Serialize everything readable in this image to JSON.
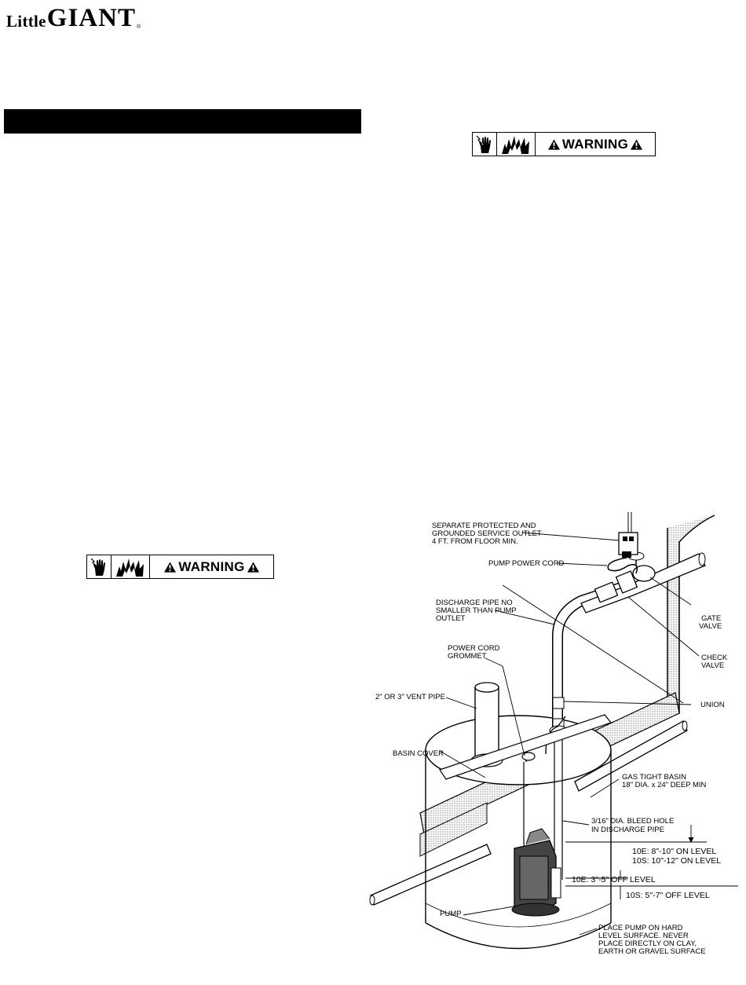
{
  "brand": {
    "little": "Little",
    "giant": "GIANT",
    "registered": "®"
  },
  "warning_label": "WARNING",
  "icons": {
    "hazard_1": "electrical-hazard-icon",
    "hazard_2": "fire-hazard-icon",
    "alert": "warning-triangle-icon"
  },
  "diagram": {
    "outlet": [
      "SEPARATE PROTECTED AND",
      "GROUNDED SERVICE OUTLET",
      "4 FT. FROM FLOOR MIN."
    ],
    "power_cord": "PUMP POWER CORD",
    "discharge": [
      "DISCHARGE PIPE NO",
      "SMALLER THAN PUMP",
      "OUTLET"
    ],
    "gate": [
      "GATE",
      "VALVE"
    ],
    "grommet": [
      "POWER CORD",
      "GROMMET"
    ],
    "check": [
      "CHECK",
      "VALVE"
    ],
    "vent": "2\" OR 3\" VENT PIPE",
    "union": "UNION",
    "basin_cover": "BASIN COVER",
    "gas_tight": [
      "GAS TIGHT BASIN",
      "18\" DIA. x 24\" DEEP MIN"
    ],
    "bleed": [
      "3/16\" DIA. BLEED HOLE",
      "IN DISCHARGE PIPE"
    ],
    "on_level_10e": "10E: 8\"-10\" ON LEVEL",
    "on_level_10s": "10S: 10\"-12\" ON LEVEL",
    "off_level_10e": "10E: 3\"-5\" OFF LEVEL",
    "off_level_10s": "10S: 5\"-7\" OFF LEVEL",
    "pump": "PUMP",
    "surface": [
      "PLACE PUMP ON HARD",
      "LEVEL SURFACE. NEVER",
      "PLACE DIRECTLY ON CLAY,",
      "EARTH OR GRAVEL SURFACE"
    ]
  }
}
